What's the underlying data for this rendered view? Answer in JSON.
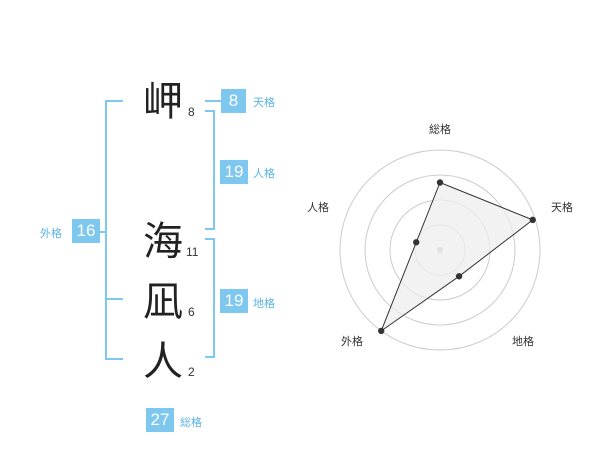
{
  "name": {
    "chars": [
      {
        "char": "岬",
        "strokes": "8"
      },
      {
        "char": "海",
        "strokes": "11"
      },
      {
        "char": "凪",
        "strokes": "6"
      },
      {
        "char": "人",
        "strokes": "2"
      }
    ]
  },
  "kakusu": {
    "tenkaku": {
      "label": "天格",
      "value": "8"
    },
    "jinkaku": {
      "label": "人格",
      "value": "19"
    },
    "chikaku": {
      "label": "地格",
      "value": "19"
    },
    "gaikaku": {
      "label": "外格",
      "value": "16"
    },
    "soukaku": {
      "label": "総格",
      "value": "27"
    }
  },
  "chart_data": {
    "type": "radar",
    "axes": [
      "総格",
      "天格",
      "地格",
      "外格",
      "人格"
    ],
    "values": [
      27,
      8,
      19,
      16,
      19
    ],
    "r_max": 4,
    "levels": 4,
    "plot_levels": [
      2.7,
      3.9,
      1.3,
      4.0,
      1.0
    ],
    "colors": {
      "fill": "#eeeeee",
      "line": "#333333",
      "grid": "#cccccc",
      "center": "#bbbbbb"
    }
  }
}
